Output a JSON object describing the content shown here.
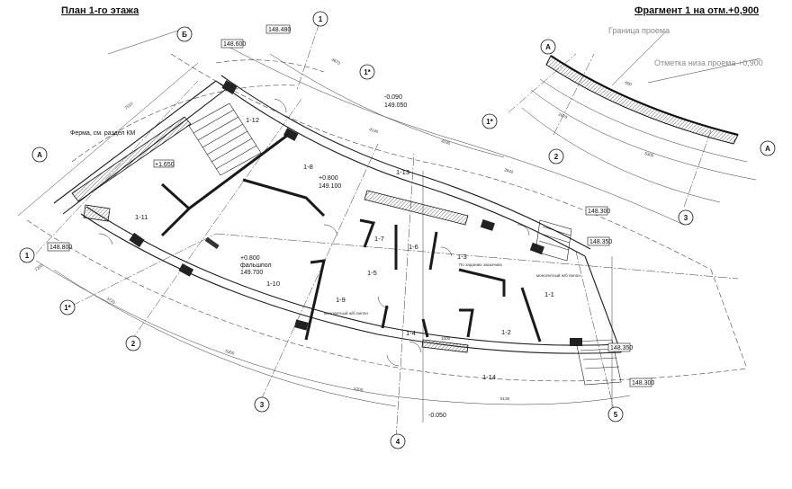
{
  "titles": {
    "plan": "План 1-го этажа",
    "fragment": "Фрагмент 1  на отм.+0,900"
  },
  "axes": {
    "a1": "1",
    "a1p": "1*",
    "a2": "2",
    "a3": "3",
    "a4": "4",
    "a5": "5",
    "A": "А",
    "B": "Б"
  },
  "rooms": {
    "r1_1": "1-1",
    "r1_2": "1-2",
    "r1_3": "1-3",
    "r1_4": "1-4",
    "r1_5": "1-5",
    "r1_6": "1-6",
    "r1_7": "1-7",
    "r1_8": "1-8",
    "r1_9": "1-9",
    "r1_10": "1-10",
    "r1_11": "1-11",
    "r1_12": "1-12",
    "r1_13": "1-13",
    "r1_14": "1-14"
  },
  "levels": {
    "l148_480": "148.480",
    "l148_600": "148.600",
    "l148_800": "148.800",
    "l_m0090": "-0.090",
    "l149_050": "149.050",
    "l_p1650": "+1.650",
    "l_p0800a": "+0.800",
    "l149_100": "149.100",
    "l_p0800b": "+0.800",
    "l_fal": "фальшпол",
    "l149_700": "149.700",
    "l148_300a": "148.300",
    "l148_350a": "148.350",
    "l148_350b": "148.350",
    "l148_300b": "148.300",
    "l_m0050": "-0.050"
  },
  "notes": {
    "ferma": "Ферма, см. раздел КМ",
    "granica": "Граница проема",
    "otmetka": "Отметка низа проема +0,900",
    "mon1": "монолитный ж/б пилон",
    "mon2": "монолитный ж/б пилон",
    "po_zad": "По заданию заказчика"
  },
  "dims": {
    "d7510": "7510",
    "d7200": "7200",
    "d3720": "3720",
    "d4140": "4140",
    "d4240": "4240",
    "d2640": "2640",
    "d5200": "5200",
    "d6130": "6130",
    "d5350": "5350",
    "d3670": "3670",
    "d600": "600",
    "d2070": "2070",
    "d5300": "5300",
    "d1000": "1000"
  },
  "colors": {
    "line": "#1a1a1a",
    "hatch": "#555555",
    "dash": "#444444"
  }
}
